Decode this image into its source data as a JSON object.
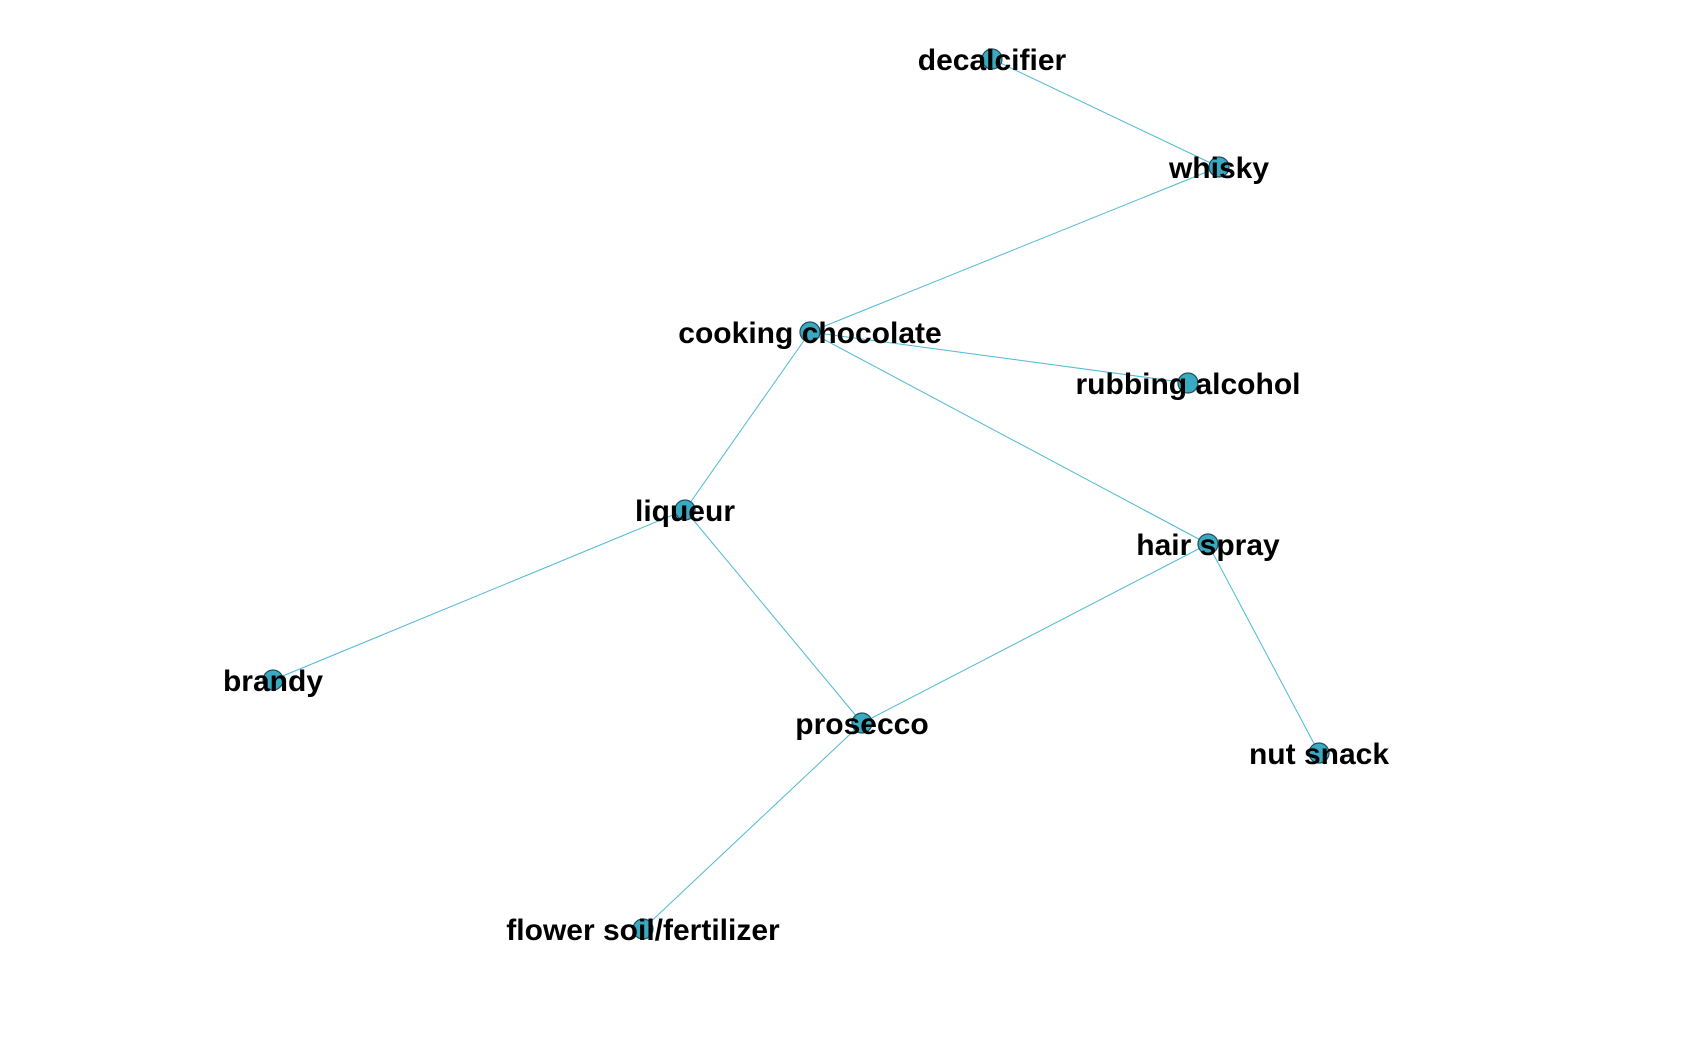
{
  "graph": {
    "node_color": "#3aa9c2",
    "edge_color": "#4fb9d4",
    "nodes": [
      {
        "id": "decalcifier",
        "label": "decalcifier"
      },
      {
        "id": "whisky",
        "label": "whisky"
      },
      {
        "id": "cooking-chocolate",
        "label": "cooking chocolate"
      },
      {
        "id": "rubbing-alcohol",
        "label": "rubbing alcohol"
      },
      {
        "id": "liqueur",
        "label": "liqueur"
      },
      {
        "id": "hair-spray",
        "label": "hair spray"
      },
      {
        "id": "brandy",
        "label": "brandy"
      },
      {
        "id": "prosecco",
        "label": "prosecco"
      },
      {
        "id": "nut-snack",
        "label": "nut snack"
      },
      {
        "id": "flower-soil-fertilizer",
        "label": "flower soil/fertilizer"
      }
    ],
    "edges": [
      {
        "source": "decalcifier",
        "target": "whisky"
      },
      {
        "source": "whisky",
        "target": "cooking-chocolate"
      },
      {
        "source": "cooking-chocolate",
        "target": "rubbing-alcohol"
      },
      {
        "source": "cooking-chocolate",
        "target": "liqueur"
      },
      {
        "source": "cooking-chocolate",
        "target": "hair-spray"
      },
      {
        "source": "liqueur",
        "target": "brandy"
      },
      {
        "source": "liqueur",
        "target": "prosecco"
      },
      {
        "source": "hair-spray",
        "target": "prosecco"
      },
      {
        "source": "hair-spray",
        "target": "nut-snack"
      },
      {
        "source": "prosecco",
        "target": "flower-soil-fertilizer"
      }
    ]
  }
}
